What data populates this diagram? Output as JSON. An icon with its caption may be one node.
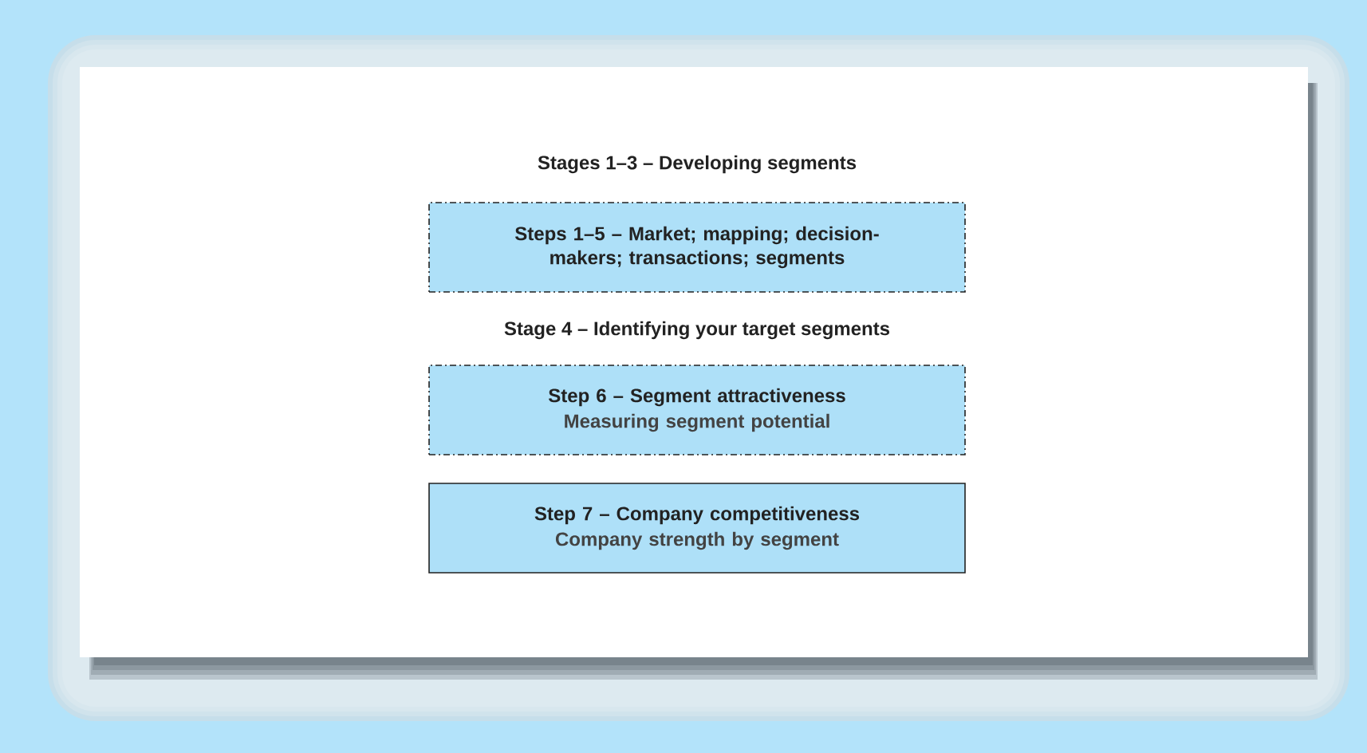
{
  "diagram": {
    "nodes": [
      {
        "text": [
          "Steps 1–5 – Market; mapping; decision-makers; transactions; segments"
        ]
      },
      {
        "text": [
          "Step 6 – Segment attractiveness",
          "Measuring segment potential"
        ]
      },
      {
        "text": [
          "Step 7 – Company competitiveness",
          "Company strength by segment"
        ]
      }
    ],
    "labels": [
      "Stages 1–3 – Developing segments",
      "Stage 4 – Identifying your target segments"
    ]
  }
}
